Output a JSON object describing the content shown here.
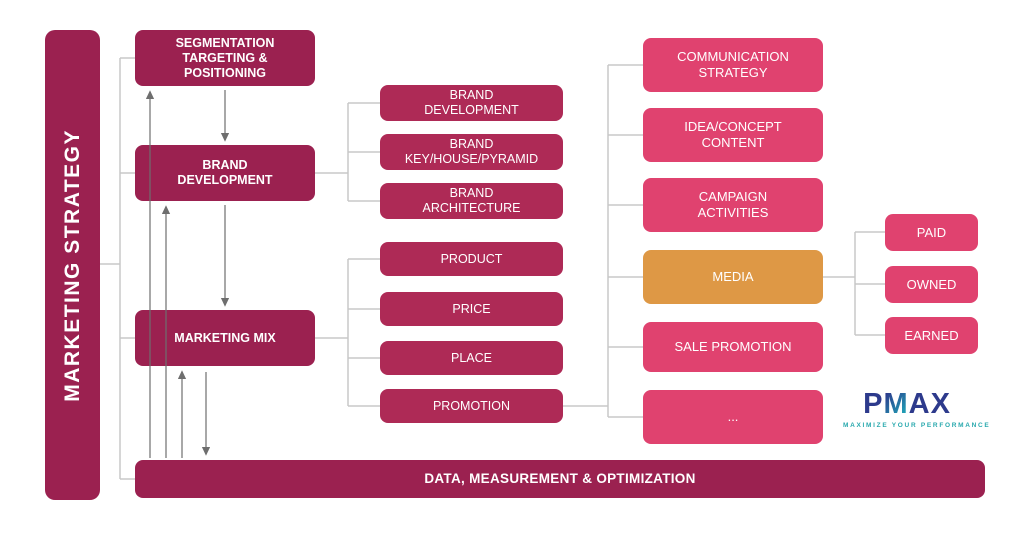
{
  "colors": {
    "maroon": "#9B2150",
    "crimson": "#AE2A56",
    "pink": "#E0426F",
    "orange": "#DE9845",
    "connector": "#C8C8C8",
    "arrow": "#6E6E6E",
    "logo_blue": "#2D3A8C",
    "logo_teal": "#29A9AE"
  },
  "sidebar": {
    "label": "MARKETING STRATEGY"
  },
  "strategy": {
    "stp": "SEGMENTATION TARGETING & POSITIONING",
    "brand_development": "BRAND DEVELOPMENT",
    "marketing_mix": "MARKETING MIX",
    "bottom_bar": "DATA, MEASUREMENT & OPTIMIZATION"
  },
  "brand_items": [
    {
      "label": "BRAND DEVELOPMENT"
    },
    {
      "label": "BRAND KEY/HOUSE/PYRAMID"
    },
    {
      "label": "BRAND ARCHITECTURE"
    }
  ],
  "mix_items": [
    {
      "label": "PRODUCT"
    },
    {
      "label": "PRICE"
    },
    {
      "label": "PLACE"
    },
    {
      "label": "PROMOTION"
    }
  ],
  "promotion_items": [
    {
      "label": "COMMUNICATION STRATEGY"
    },
    {
      "label": "IDEA/CONCEPT CONTENT"
    },
    {
      "label": "CAMPAIGN ACTIVITIES"
    },
    {
      "label": "MEDIA",
      "highlight": "orange"
    },
    {
      "label": "SALE PROMOTION"
    },
    {
      "label": "..."
    }
  ],
  "media_items": [
    {
      "label": "PAID"
    },
    {
      "label": "OWNED"
    },
    {
      "label": "EARNED"
    }
  ],
  "logo": {
    "text": "PMAX",
    "letters": [
      "P",
      "M",
      "A",
      "X"
    ],
    "tagline": "MAXIMIZE YOUR PERFORMANCE"
  }
}
